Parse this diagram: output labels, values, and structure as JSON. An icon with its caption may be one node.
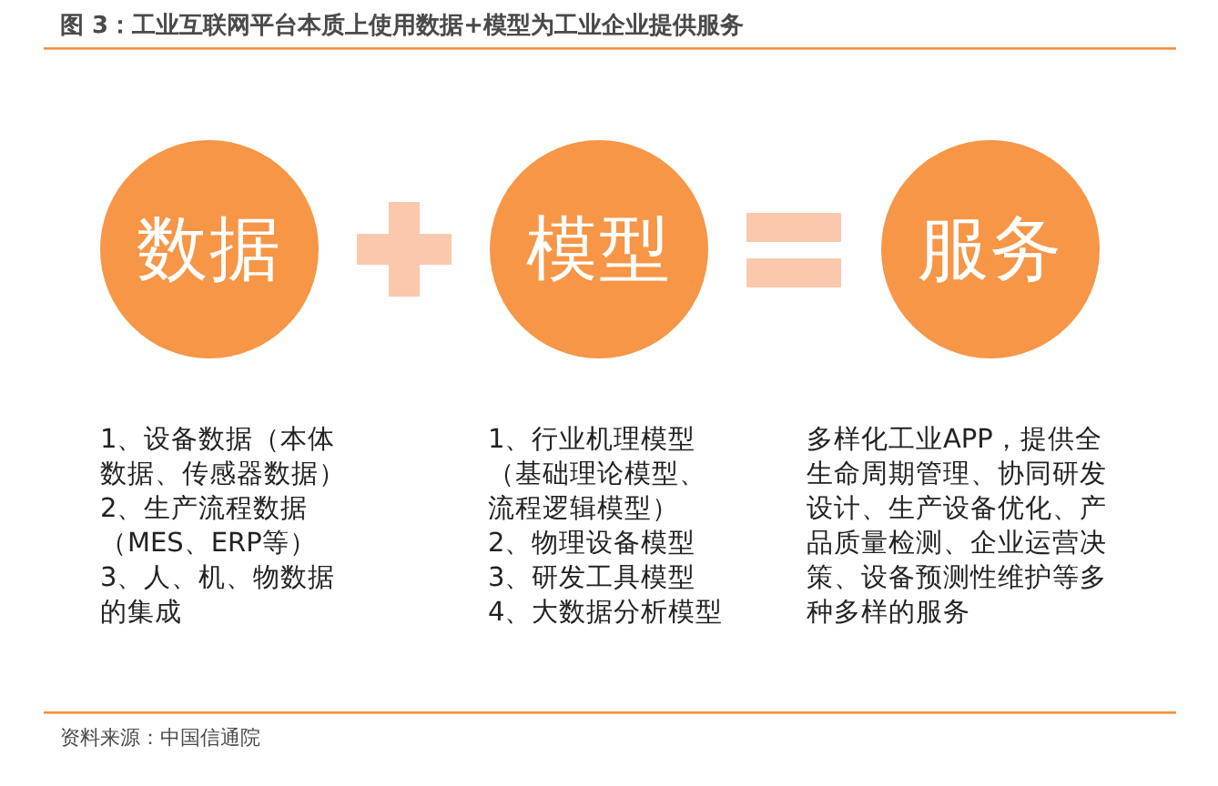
{
  "diagram": {
    "title": "图 3：工业互联网平台本质上使用数据+模型为工业企业提供服务",
    "nodes": [
      {
        "text": [
          "数据"
        ],
        "beside": [
          "1、设备数据（本体数据、传感器数据）",
          "2、生产流程数据（MES、ERP等）",
          "3、人、机、物数据的集成"
        ]
      },
      {
        "text": [
          "模型"
        ],
        "beside": [
          "1、行业机理模型（基础理论模型、流程逻辑模型）",
          "2、物理设备模型",
          "3、研发工具模型",
          "4、大数据分析模型"
        ]
      },
      {
        "text": [
          "服务"
        ],
        "beside": [
          "多样化工业APP，提供全生命周期管理、协同研发设计、生产设备优化、产品质量检测、企业运营决策、设备预测性维护等多种多样的服务"
        ]
      }
    ],
    "caption": "资料来源：中国信通院"
  }
}
